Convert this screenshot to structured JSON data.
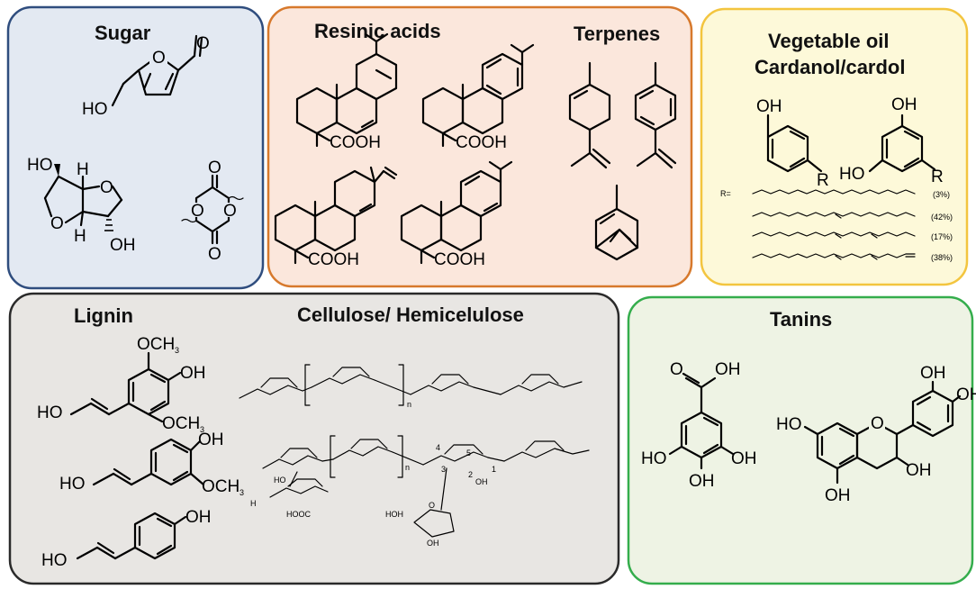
{
  "panels": {
    "sugar": {
      "title": "Sugar",
      "labels": {
        "hmf_ho": "HO",
        "hmf_o_ring": "O",
        "hmf_o_ald": "O",
        "iso_ho": "HO",
        "iso_h1": "H",
        "iso_o1": "O",
        "iso_o2": "O",
        "iso_h2": "H",
        "iso_oh": "OH",
        "lac_o1": "O",
        "lac_o2": "O",
        "lac_o3": "O",
        "lac_o4": "O"
      },
      "colors": {
        "fill": "#e3e9f2",
        "border": "#2f4d7e"
      }
    },
    "resinic": {
      "title": "Resinic acids",
      "labels": {
        "cooh1": "COOH",
        "cooh2": "COOH",
        "cooh3": "COOH",
        "cooh4": "COOH"
      },
      "colors": {
        "fill": "#fbe7dc",
        "border": "#d7792c"
      }
    },
    "terpenes": {
      "title": "Terpenes"
    },
    "vegoil": {
      "title_line1": "Vegetable oil",
      "title_line2": "Cardanol/cardol",
      "labels": {
        "oh1": "OH",
        "r1": "R",
        "ho2": "HO",
        "oh2": "OH",
        "r2": "R",
        "r_eq": "R="
      },
      "percentages": [
        "(3%)",
        "(42%)",
        "(17%)",
        "(38%)"
      ],
      "colors": {
        "fill": "#fdf9d9",
        "border": "#f3c53f"
      }
    },
    "lignin": {
      "title": "Lignin",
      "labels": {
        "s_och3_top": "OCH",
        "s_sub3a": "3",
        "s_oh": "OH",
        "s_ho": "HO",
        "s_och3_bot": "OCH",
        "s_sub3b": "3",
        "g_oh": "OH",
        "g_ho": "HO",
        "g_och3": "OCH",
        "g_sub3": "3",
        "h_oh": "OH",
        "h_ho": "HO"
      },
      "colors": {
        "fill": "#e8e6e3",
        "border": "#2a2a2a"
      }
    },
    "cellulose": {
      "title": "Cellulose/ Hemicelulose",
      "labels": {
        "n1": "n",
        "n2": "n",
        "num4": "4",
        "num5": "5",
        "num3": "3",
        "num2": "2",
        "num1": "1",
        "oh": "OH",
        "oh2": "OH",
        "ho": "HO",
        "hoh2c": "HOH",
        "h3co": "H",
        "hooc": "HOOC",
        "o": "O"
      }
    },
    "tanins": {
      "title": "Tanins",
      "labels": {
        "ga_o": "O",
        "ga_oh": "OH",
        "ga_ho": "HO",
        "ga_oh2": "OH",
        "ga_oh3": "OH",
        "cat_oh1": "OH",
        "cat_oh2": "OH",
        "cat_ho": "HO",
        "cat_o": "O",
        "cat_oh3": "OH",
        "cat_oh4": "OH"
      },
      "colors": {
        "fill": "#eef3e4",
        "border": "#34ad4c"
      }
    }
  }
}
